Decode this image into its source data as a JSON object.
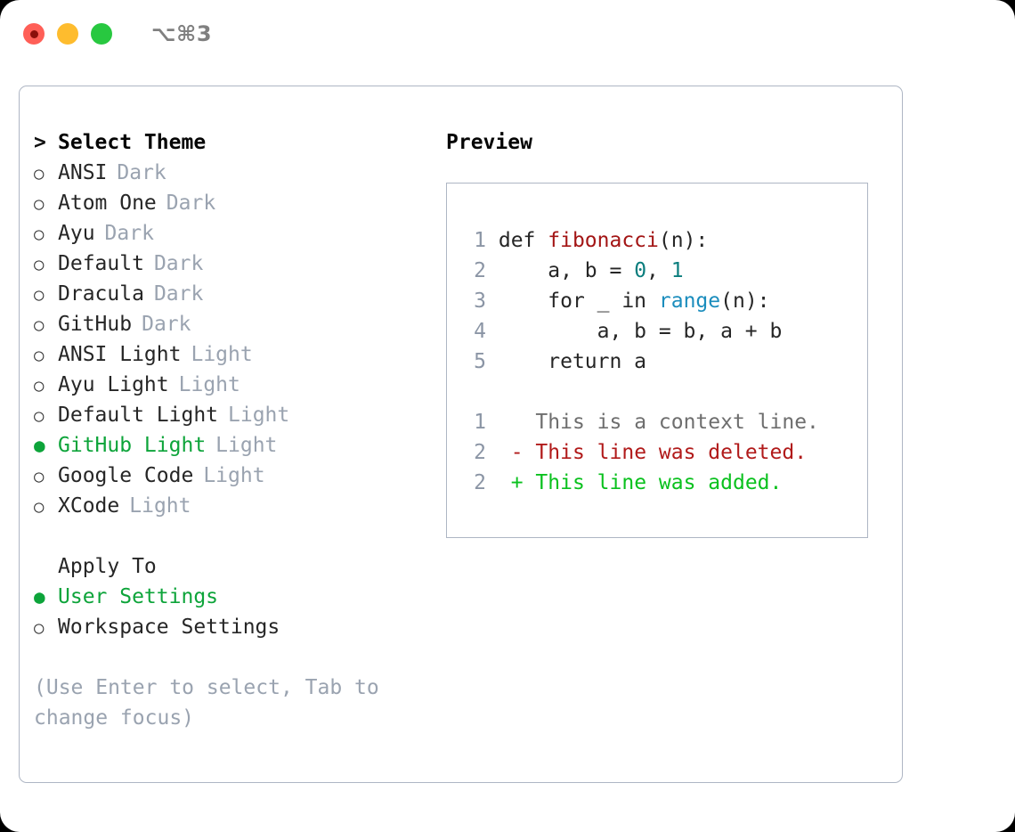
{
  "titlebar": {
    "shortcut": "⌥⌘3",
    "lights": [
      "close-light",
      "minimize-light",
      "zoom-light"
    ]
  },
  "left": {
    "header": {
      "marker": "&gt;",
      "label": "Select Theme"
    },
    "themes": [
      {
        "marker": "○",
        "name": "ANSI",
        "suffix": "Dark",
        "selected": false
      },
      {
        "marker": "○",
        "name": "Atom One",
        "suffix": "Dark",
        "selected": false
      },
      {
        "marker": "○",
        "name": "Ayu",
        "suffix": "Dark",
        "selected": false
      },
      {
        "marker": "○",
        "name": "Default",
        "suffix": "Dark",
        "selected": false
      },
      {
        "marker": "○",
        "name": "Dracula",
        "suffix": "Dark",
        "selected": false
      },
      {
        "marker": "○",
        "name": "GitHub",
        "suffix": "Dark",
        "selected": false
      },
      {
        "marker": "○",
        "name": "ANSI Light",
        "suffix": "Light",
        "selected": false
      },
      {
        "marker": "○",
        "name": "Ayu Light",
        "suffix": "Light",
        "selected": false
      },
      {
        "marker": "○",
        "name": "Default Light",
        "suffix": "Light",
        "selected": false
      },
      {
        "marker": "●",
        "name": "GitHub Light",
        "suffix": "Light",
        "selected": true
      },
      {
        "marker": "○",
        "name": "Google Code",
        "suffix": "Light",
        "selected": false
      },
      {
        "marker": "○",
        "name": "XCode",
        "suffix": "Light",
        "selected": false
      }
    ],
    "apply_to": {
      "heading": "Apply To",
      "options": [
        {
          "marker": "●",
          "label": "User Settings",
          "selected": true
        },
        {
          "marker": "○",
          "label": "Workspace Settings",
          "selected": false
        }
      ]
    },
    "hint": "(Use Enter to select, Tab to change focus)"
  },
  "right": {
    "title": "Preview",
    "code": [
      {
        "no": "1",
        "indent": "",
        "tokens": [
          {
            "t": "def ",
            "k": "kw"
          },
          {
            "t": "fibonacci",
            "k": "fn"
          },
          {
            "t": "(n):",
            "k": "plain"
          }
        ]
      },
      {
        "no": "2",
        "indent": "    ",
        "tokens": [
          {
            "t": "a, b = ",
            "k": "plain"
          },
          {
            "t": "0",
            "k": "num"
          },
          {
            "t": ", ",
            "k": "plain"
          },
          {
            "t": "1",
            "k": "num"
          }
        ]
      },
      {
        "no": "3",
        "indent": "    ",
        "tokens": [
          {
            "t": "for _ in ",
            "k": "kw"
          },
          {
            "t": "range",
            "k": "call"
          },
          {
            "t": "(n):",
            "k": "plain"
          }
        ]
      },
      {
        "no": "4",
        "indent": "        ",
        "tokens": [
          {
            "t": "a, b = b, a + b",
            "k": "plain"
          }
        ]
      },
      {
        "no": "5",
        "indent": "    ",
        "tokens": [
          {
            "t": "return a",
            "k": "kw"
          }
        ]
      }
    ],
    "diff": [
      {
        "no": "1",
        "sign": " ",
        "text": "This is a context line.",
        "kind": "context"
      },
      {
        "no": "2",
        "sign": "-",
        "text": "This line was deleted.",
        "kind": "deleted"
      },
      {
        "no": "2",
        "sign": "+",
        "text": "This line was added.",
        "kind": "added"
      }
    ]
  },
  "colors": {
    "accent_green": "#0da43a",
    "muted": "#9aa3b0",
    "border": "#aeb6c4",
    "fn_red": "#a31515",
    "num_teal": "#0a7d7d",
    "call_blue": "#1b8dbd",
    "diff_deleted": "#b11a1a",
    "diff_added": "#0ac11e",
    "light_red": "#ff5f57",
    "light_yellow": "#febc2e",
    "light_green": "#28c840"
  }
}
